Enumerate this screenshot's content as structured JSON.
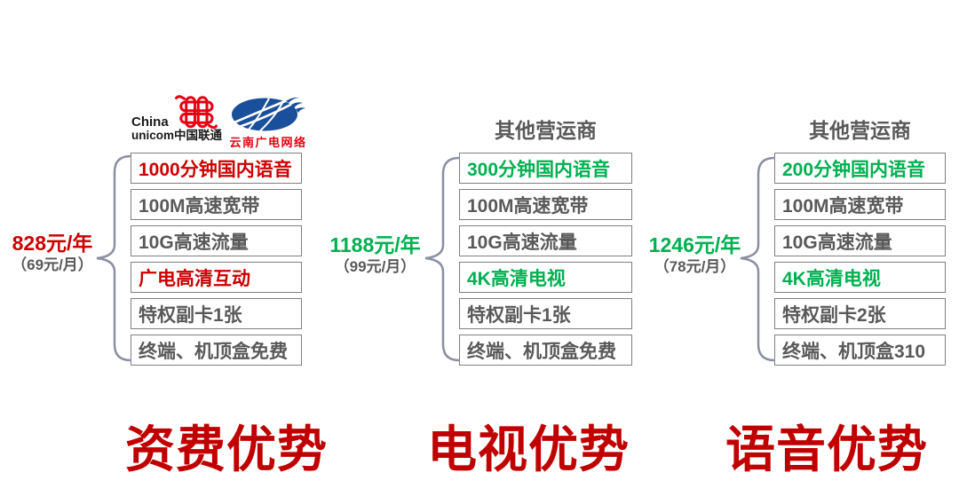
{
  "colors": {
    "item_red": "#cc0000",
    "headline_red": "#c00000",
    "item_green": "#00b050",
    "gray_text": "#595959",
    "box_border": "#7f7f7f",
    "brace_gray": "#8b8fa3",
    "unicom_red": "#e60012",
    "gd_blue": "#1a4f9c"
  },
  "logos": {
    "unicom_line1": "China",
    "unicom_line2": "unicom中国联通",
    "gd_label": "云南广电网络"
  },
  "columns": [
    {
      "header": "",
      "price_year": "828元/年",
      "price_month": "（69元/月）",
      "features": [
        "1000分钟国内语音",
        "100M高速宽带",
        "10G高速流量",
        "广电高清互动",
        "特权副卡1张",
        "终端、机顶盒免费"
      ],
      "headline": "资费优势"
    },
    {
      "header": "其他营运商",
      "price_year": "1188元/年",
      "price_month": "（99元/月）",
      "features": [
        "300分钟国内语音",
        "100M高速宽带",
        "10G高速流量",
        "4K高清电视",
        "特权副卡1张",
        "终端、机顶盒免费"
      ],
      "headline": "电视优势"
    },
    {
      "header": "其他营运商",
      "price_year": "1246元/年",
      "price_month": "（78元/月）",
      "features": [
        "200分钟国内语音",
        "100M高速宽带",
        "10G高速流量",
        "4K高清电视",
        "特权副卡2张",
        "终端、机顶盒310"
      ],
      "headline": "语音优势"
    }
  ]
}
